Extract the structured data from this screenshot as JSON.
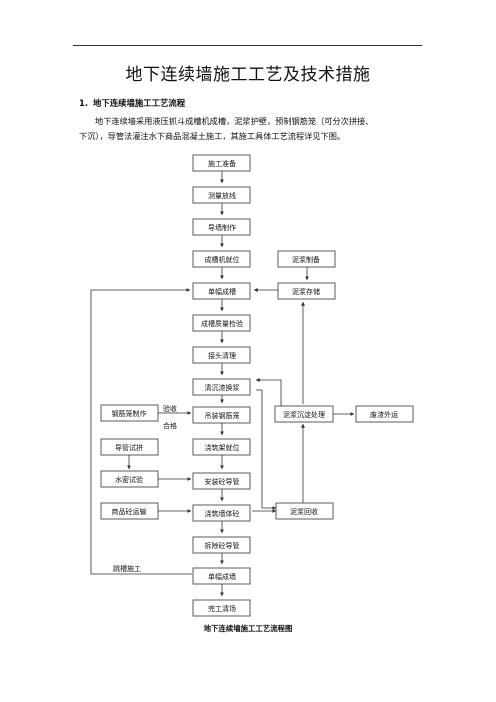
{
  "doc": {
    "title": "地下连续墙施工工艺及技术措施",
    "section_number": "1.",
    "section_heading": "地下连续墙施工工艺流程",
    "paragraph_line1": "地下连续墙采用液压抓斗成槽机成槽，泥浆护壁，预制钢筋笼（可分次拼接、",
    "paragraph_line2": "下沉），导管法灌注水下商品混凝土施工，其施工具体工艺流程详见下图。",
    "caption": "地下连续墙施工工艺流程图"
  },
  "flowchart": {
    "main_steps": [
      "施工准备",
      "测量放线",
      "导墙制作",
      "成槽机就位",
      "单幅成槽",
      "成槽质量检验",
      "接头清理",
      "清沉渣换浆",
      "吊装钢筋笼",
      "浇筑架就位",
      "安装砼导管",
      "浇筑墙体砼",
      "拆除砼导管",
      "单幅成墙",
      "完工清场"
    ],
    "left_steps": [
      "钢筋笼制作",
      "导管试拼",
      "水密试验",
      "商品砼运输"
    ],
    "slurry_steps": [
      "泥浆制备",
      "泥浆存储",
      "泥浆沉淀处理",
      "泥浆回收"
    ],
    "waste_step": "废渣外运",
    "label_inspect": "验收",
    "label_pass": "合格",
    "label_skip": "跳槽施工"
  }
}
